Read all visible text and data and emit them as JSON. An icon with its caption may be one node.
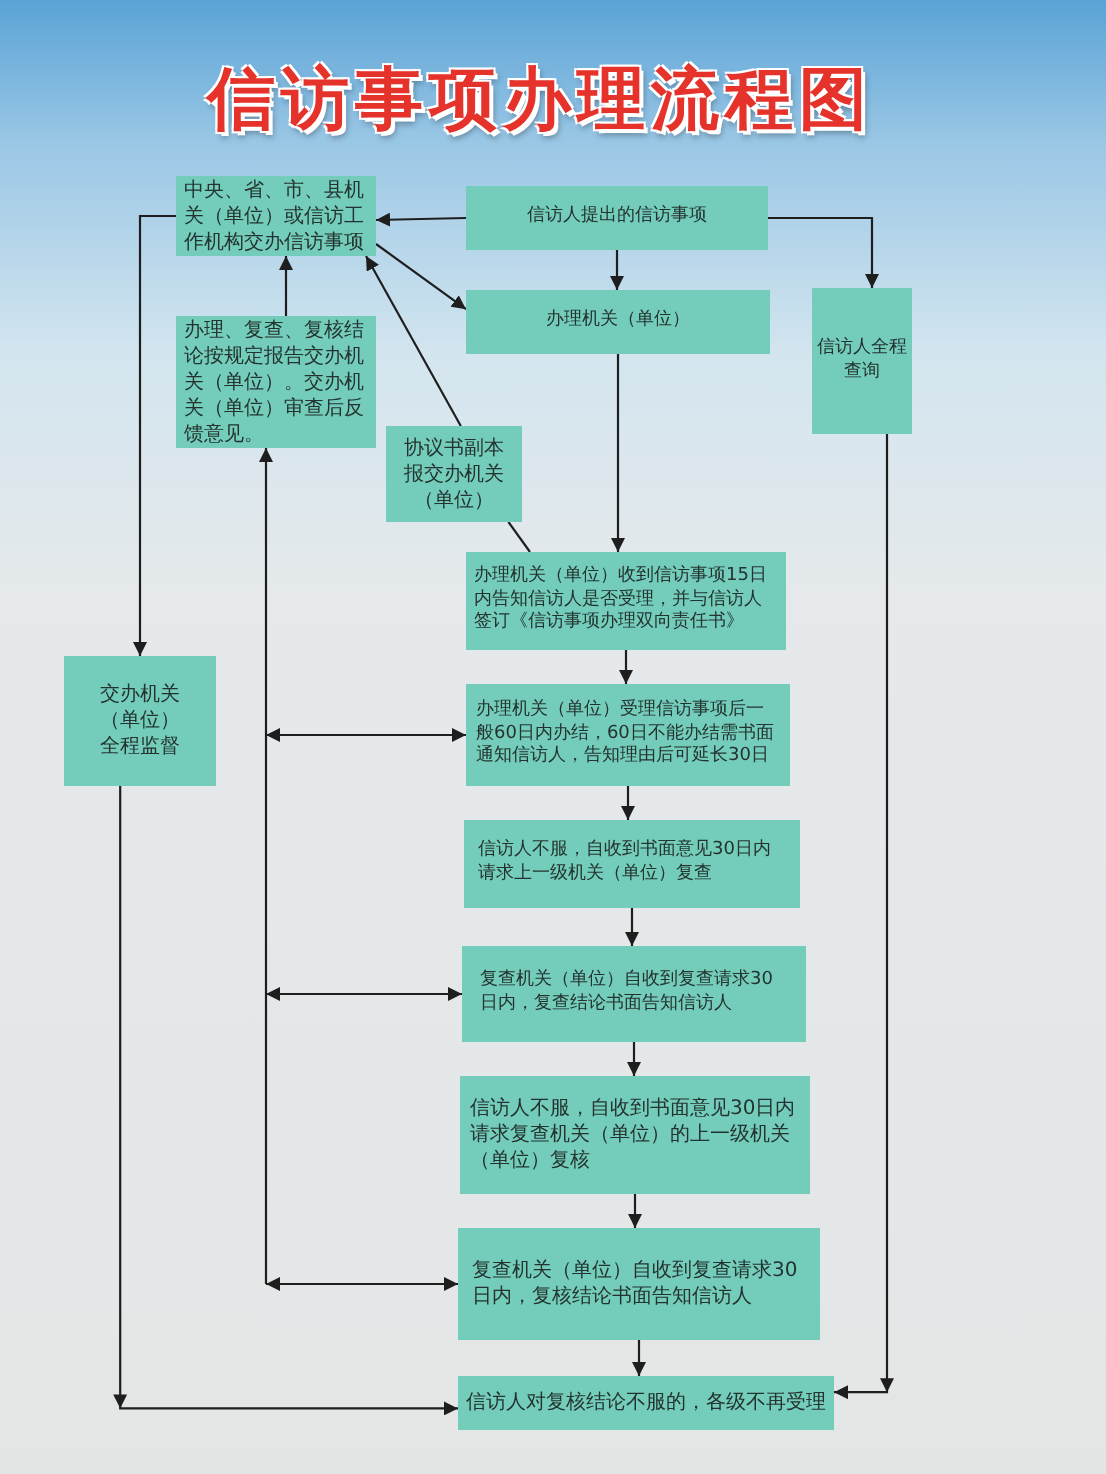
{
  "diagram": {
    "title": "信访事项办理流程图",
    "nodes": [
      {
        "text": [
          "中央、省、市、县机关（单位）或信访工作机构交办信访事项"
        ]
      },
      {
        "text": [
          "信访人提出的信访事项"
        ]
      },
      {
        "text": [
          "办理、复查、复核结论按规定报告交办机关（单位）。交办机关（单位）审查后反馈意见。"
        ]
      },
      {
        "text": [
          "办理机关（单位）"
        ]
      },
      {
        "text": [
          "信访人全程查询"
        ]
      },
      {
        "text": [
          "协议书副本报交办机关（单位）"
        ]
      },
      {
        "text": [
          "办理机关（单位）收到信访事项15日内告知信访人是否受理，并与信访人签订《信访事项办理双向责任书》"
        ]
      },
      {
        "text": [
          "交办机关（单位）全程监督"
        ]
      },
      {
        "text": [
          "办理机关（单位）受理信访事项后一般60日内办结，60日不能办结需书面通知信访人，告知理由后可延长30日"
        ]
      },
      {
        "text": [
          "信访人不服，自收到书面意见30日内请求上一级机关（单位）复查"
        ]
      },
      {
        "text": [
          "复查机关（单位）自收到复查请求30日内，复查结论书面告知信访人"
        ]
      },
      {
        "text": [
          "信访人不服，自收到书面意见30日内请求复查机关（单位）的上一级机关（单位）复核"
        ]
      },
      {
        "text": [
          "复查机关（单位）自收到复查请求30日内，复核结论书面告知信访人"
        ]
      },
      {
        "text": [
          "信访人对复核结论不服的，各级不再受理"
        ]
      }
    ],
    "edges": [
      {
        "from": 1,
        "to": 0,
        "arrow": "to"
      },
      {
        "from": 1,
        "to": 3,
        "arrow": "to"
      },
      {
        "from": 1,
        "to": 4,
        "arrow": "to"
      },
      {
        "from": 0,
        "to": 3,
        "arrow": "to"
      },
      {
        "from": 2,
        "to": 0,
        "arrow": "to"
      },
      {
        "from": 5,
        "to": 0,
        "arrow": "to"
      },
      {
        "from": 6,
        "to": 5,
        "arrow": "none"
      },
      {
        "from": 0,
        "to": 7,
        "arrow": "to"
      },
      {
        "from": 3,
        "to": 6,
        "arrow": "to"
      },
      {
        "from": 6,
        "to": 8,
        "arrow": "to"
      },
      {
        "from": 8,
        "to": 9,
        "arrow": "to"
      },
      {
        "from": 9,
        "to": 10,
        "arrow": "to"
      },
      {
        "from": 10,
        "to": 11,
        "arrow": "to"
      },
      {
        "from": 11,
        "to": 12,
        "arrow": "to"
      },
      {
        "from": 12,
        "to": 13,
        "arrow": "to"
      },
      {
        "from": 8,
        "to": 2,
        "arrow": "both"
      },
      {
        "from": 10,
        "to": 2,
        "arrow": "both"
      },
      {
        "from": 12,
        "to": 2,
        "arrow": "both"
      },
      {
        "from": 7,
        "to": 13,
        "arrow": "to"
      },
      {
        "from": 4,
        "to": 13,
        "arrow": "to"
      }
    ]
  }
}
